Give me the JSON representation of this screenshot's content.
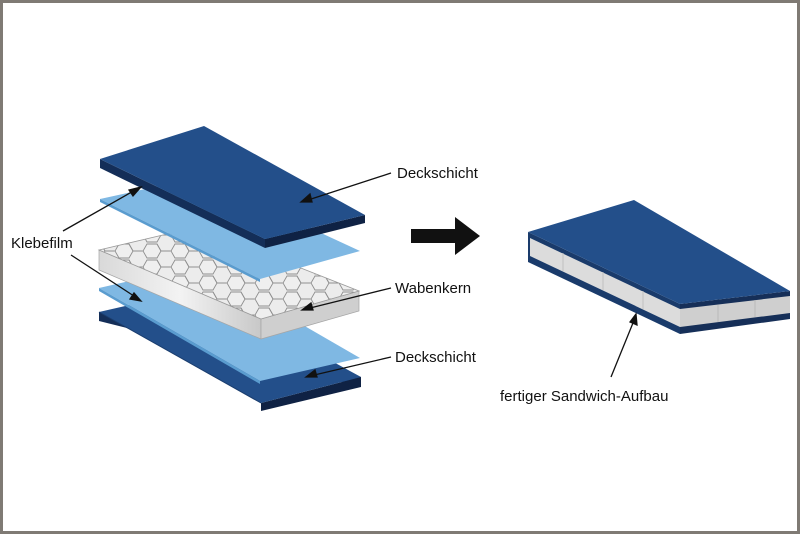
{
  "labels": {
    "top_layer": "Deckschicht",
    "adhesive": "Klebefilm",
    "core": "Wabenkern",
    "bottom_layer": "Deckschicht",
    "result": "fertiger Sandwich-Aufbau"
  },
  "colors": {
    "frame": "#7f7a74",
    "face_sheet_top": "#234f8a",
    "face_sheet_edge": "#142e58",
    "adhesive_film": "#7fb8e3",
    "adhesive_edge": "#5a9ccf",
    "honeycomb": "#e6e6e6",
    "honeycomb_edge": "#9a9a9a",
    "arrow": "#111111"
  },
  "icons": [
    "arrow-right-icon"
  ]
}
